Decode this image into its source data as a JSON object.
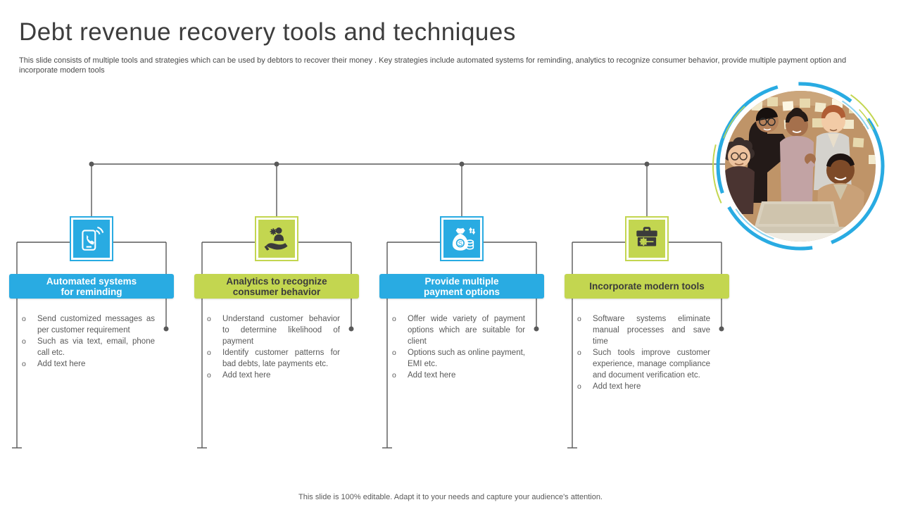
{
  "slide": {
    "title": "Debt revenue recovery tools and techniques",
    "subtitle": "This slide consists of multiple tools and strategies which can be used by debtors to recover their money . Key strategies include automated systems for reminding, analytics to recognize consumer behavior, provide multiple payment option and incorporate modern tools",
    "footer": "This slide is 100% editable. Adapt it to your needs and capture your audience's attention."
  },
  "colors": {
    "blue": "#29ABE2",
    "green": "#C3D650",
    "line_gray": "#595959",
    "body_text": "#595959",
    "title_text": "#3d3d3d",
    "header_dark_text": "#3b3b3b"
  },
  "columns": [
    {
      "key": "automated-systems-for-reminding",
      "theme": "blue",
      "icon": "smartphone-ringing-icon",
      "header_lines": [
        "Automated systems",
        "for reminding"
      ],
      "bullets": [
        "Send customized messages as per customer requirement",
        "Such as via text, email, phone call etc.",
        "Add text here"
      ]
    },
    {
      "key": "analytics-to-recognize-consumer-behavior",
      "theme": "green",
      "icon": "hand-holding-person-icon",
      "header_lines": [
        "Analytics to recognize",
        "consumer behavior"
      ],
      "bullets": [
        "Understand customer behavior to determine likelihood of payment",
        "Identify customer patterns for bad debts, late payments etc.",
        "Add text here"
      ]
    },
    {
      "key": "provide-multiple-payment-options",
      "theme": "blue",
      "icon": "money-bag-coins-icon",
      "header_lines": [
        "Provide multiple",
        "payment options"
      ],
      "bullets": [
        "Offer wide variety of payment options which are suitable for client",
        "Options such as online payment, EMI etc.",
        "Add text here"
      ]
    },
    {
      "key": "incorporate-modern-tools",
      "theme": "green",
      "icon": "toolbox-gear-icon",
      "header_lines": [
        "Incorporate modern tools"
      ],
      "bullets": [
        "Software systems eliminate manual processes and save time",
        "Such tools improve customer experience, manage compliance and document verification etc.",
        "Add text here"
      ]
    }
  ],
  "photo": {
    "alt": "team-of-five-colleagues-around-laptop"
  }
}
